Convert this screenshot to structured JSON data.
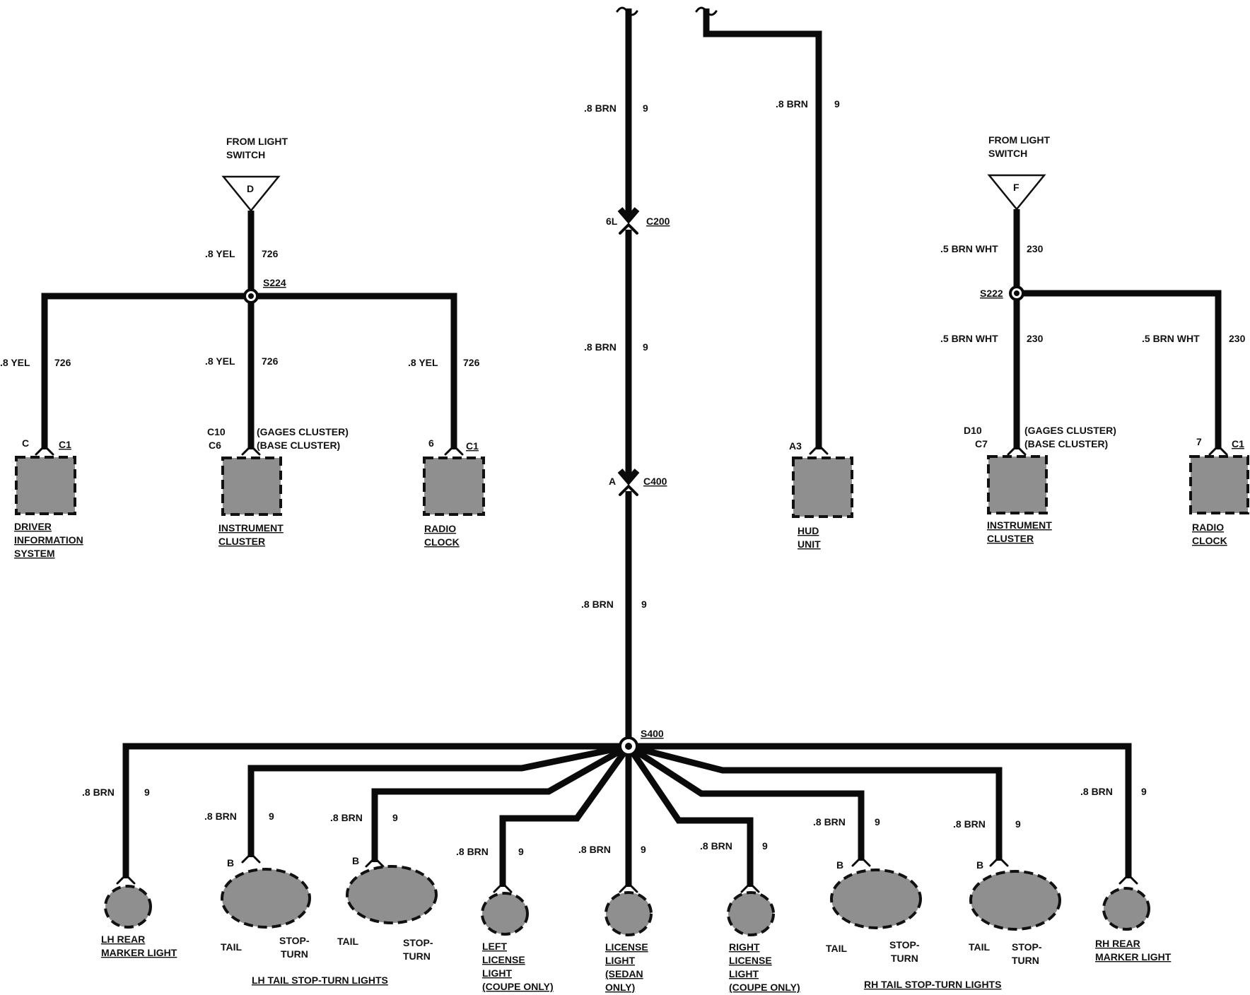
{
  "wire_labels": {
    "trunk1": ".8 BRN",
    "trunk1_id": "9",
    "hud": ".8 BRN",
    "hud_id": "9",
    "trunk2": ".8 BRN",
    "trunk2_id": "9",
    "trunk3": ".8 BRN",
    "trunk3_id": "9",
    "left_feed": ".8 YEL",
    "left_feed_id": "726",
    "l_branch1": ".8 YEL",
    "l_branch1_id": "726",
    "l_branch2": ".8 YEL",
    "l_branch2_id": "726",
    "l_branch3": ".8 YEL",
    "l_branch3_id": "726",
    "right_feed": ".5 BRN WHT",
    "right_feed_id": "230",
    "r_branch1": ".5 BRN WHT",
    "r_branch1_id": "230",
    "r_branch2": ".5 BRN WHT",
    "r_branch2_id": "230",
    "b1": ".8 BRN",
    "b1_id": "9",
    "b2": ".8 BRN",
    "b2_id": "9",
    "b3": ".8 BRN",
    "b3_id": "9",
    "b4": ".8 BRN",
    "b4_id": "9",
    "b5": ".8 BRN",
    "b5_id": "9",
    "b6": ".8 BRN",
    "b6_id": "9",
    "b7": ".8 BRN",
    "b7_id": "9",
    "b8": ".8 BRN",
    "b8_id": "9",
    "b9": ".8 BRN",
    "b9_id": "9"
  },
  "sources": {
    "left_from": [
      "FROM LIGHT",
      "SWITCH"
    ],
    "left_letter": "D",
    "right_from": [
      "FROM LIGHT",
      "SWITCH"
    ],
    "right_letter": "F"
  },
  "splices": {
    "s224": "S224",
    "s222": "S222",
    "s400": "S400"
  },
  "connectors": {
    "c200_pin": "6L",
    "c200": "C200",
    "c400_pin": "A",
    "c400": "C400",
    "dis_pin": "C",
    "dis_conn": "C1",
    "ic_pin1": "C10",
    "ic_pin2": "C6",
    "ic_note1": "(GAGES CLUSTER)",
    "ic_note2": "(BASE CLUSTER)",
    "rc_pin": "6",
    "rc_conn": "C1",
    "hud_pin": "A3",
    "ic2_pin1": "D10",
    "ic2_pin2": "C7",
    "ic2_note1": "(GAGES CLUSTER)",
    "ic2_note2": "(BASE CLUSTER)",
    "rc2_pin": "7",
    "rc2_conn": "C1",
    "lt1_pin": "B",
    "lt2_pin": "B",
    "rt1_pin": "B",
    "rt2_pin": "B"
  },
  "components": {
    "dis": [
      "DRIVER",
      "INFORMATION",
      "SYSTEM"
    ],
    "ic": [
      "INSTRUMENT",
      "CLUSTER"
    ],
    "rc": [
      "RADIO",
      "CLOCK"
    ],
    "hud": [
      "HUD",
      "UNIT"
    ],
    "ic2": [
      "INSTRUMENT",
      "CLUSTER"
    ],
    "rc2": [
      "RADIO",
      "CLOCK"
    ],
    "lh_marker": [
      "LH REAR",
      "MARKER LIGHT"
    ],
    "rh_marker": [
      "RH REAR",
      "MARKER LIGHT"
    ],
    "left_license": [
      "LEFT",
      "LICENSE",
      "LIGHT",
      "(COUPE ONLY)"
    ],
    "license": [
      "LICENSE",
      "LIGHT",
      "(SEDAN",
      "ONLY)"
    ],
    "right_license": [
      "RIGHT",
      "LICENSE",
      "LIGHT",
      "(COUPE ONLY)"
    ],
    "tail": "TAIL",
    "stop_turn": [
      "STOP-",
      "TURN"
    ],
    "lh_group": "LH TAIL  STOP-TURN LIGHTS",
    "rh_group": "RH TAIL  STOP-TURN LIGHTS"
  }
}
